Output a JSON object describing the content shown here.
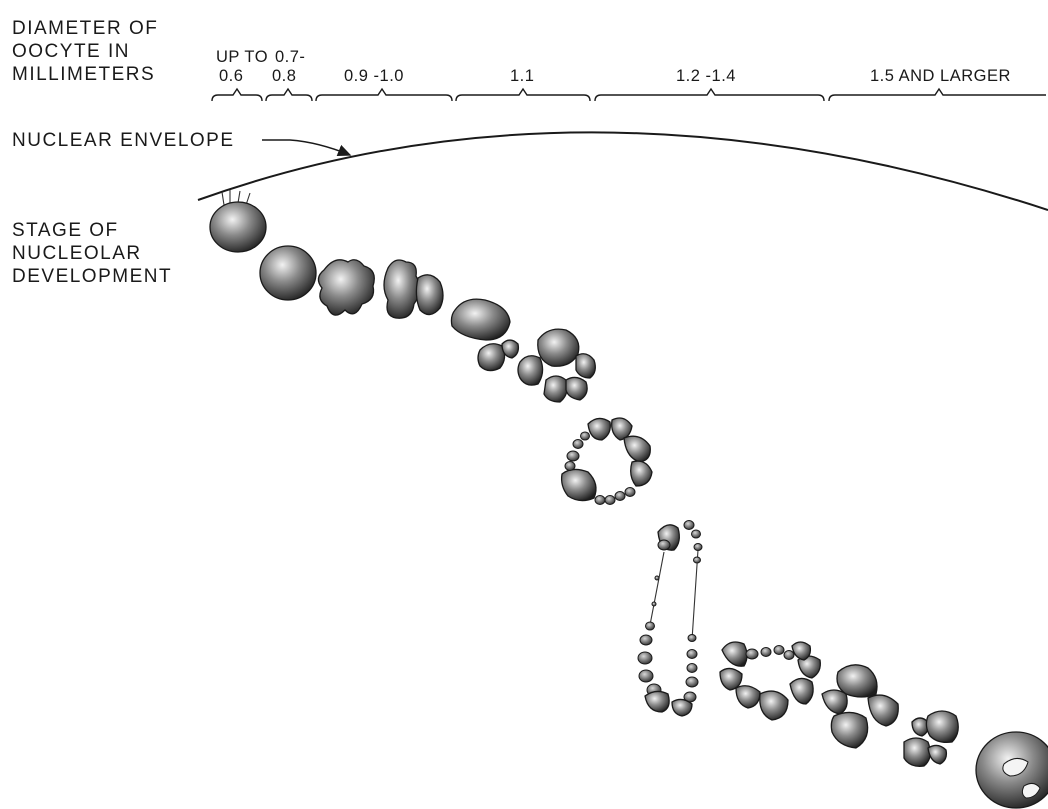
{
  "labels": {
    "diameter": [
      "DIAMETER OF",
      "OOCYTE IN",
      "MILLIMETERS"
    ],
    "nuclear_envelope": "NUCLEAR ENVELOPE",
    "stage": [
      "STAGE OF",
      "NUCLEOLAR",
      "DEVELOPMENT"
    ]
  },
  "diameter_ranges": [
    [
      "UP TO",
      "0.6"
    ],
    [
      "0.7-",
      "0.8"
    ],
    [
      "0.9 -1.0"
    ],
    [
      "1.1"
    ],
    [
      "1.2 -1.4"
    ],
    [
      "1.5 AND LARGER"
    ]
  ]
}
